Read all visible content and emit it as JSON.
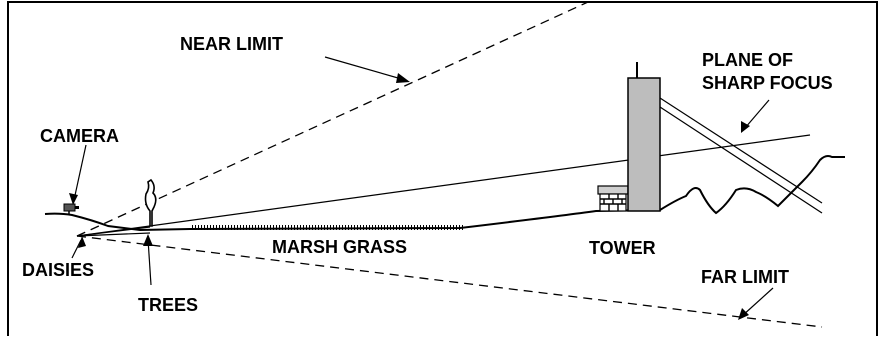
{
  "labels": {
    "near_limit": "NEAR LIMIT",
    "plane_line1": "PLANE OF",
    "plane_line2": "SHARP FOCUS",
    "camera": "CAMERA",
    "daisies": "DAISIES",
    "trees": "TREES",
    "marsh_grass": "MARSH GRASS",
    "tower": "TOWER",
    "far_limit": "FAR LIMIT"
  },
  "colors": {
    "line": "#000000",
    "background": "#ffffff",
    "tower_fill": "#bdbdbd",
    "camera_fill": "#555555"
  }
}
